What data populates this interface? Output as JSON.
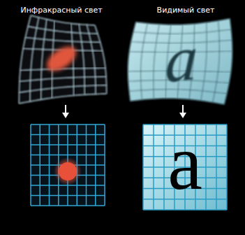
{
  "diagram": {
    "labels": [
      "Инфракрасный свет",
      "Видимый свет",
      "a",
      "a"
    ]
  }
}
